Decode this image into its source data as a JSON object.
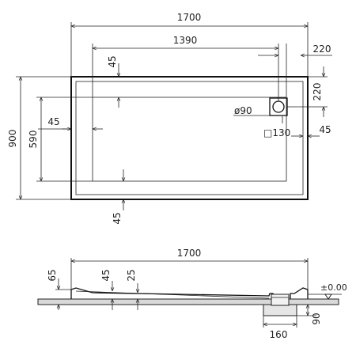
{
  "plan_view": {
    "overall_length": "1700",
    "inner_length": "1390",
    "drain_offset_right": "220",
    "drain_offset_top": "220",
    "top_rim": "45",
    "left_rim": "45",
    "right_rim": "45",
    "bottom_rim": "45",
    "overall_width": "900",
    "inner_width": "590",
    "drain_diameter": "ø90",
    "drain_square": "□130"
  },
  "section_view": {
    "overall_length": "1700",
    "height": "65",
    "rim": "45",
    "base_thickness": "25",
    "level_mark": "±0.00",
    "drain_width": "160",
    "drain_depth": "90"
  }
}
